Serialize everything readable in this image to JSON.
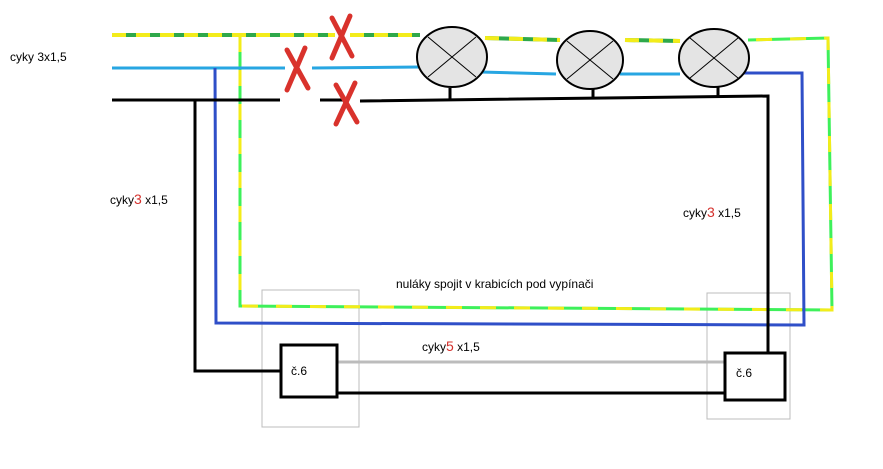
{
  "labels": {
    "supply": "cyky 3x1,5",
    "left_cable_prefix": "cyky",
    "left_cable_digit": "3",
    "left_cable_suffix": " x1,5",
    "right_cable_prefix": "cyky",
    "right_cable_digit": "3",
    "right_cable_suffix": " x1,5",
    "neutral_note": "nuláky spojit v krabicích pod vypínači",
    "bottom_cable_prefix": "cyky",
    "bottom_cable_digit": "5",
    "bottom_cable_suffix": " x1,5",
    "switch_left": "č.6",
    "switch_right": "č.6"
  },
  "colors": {
    "green": "#2ea84a",
    "light_green": "#3ef05a",
    "yellow": "#f3ec1a",
    "light_blue": "#27a6e2",
    "blue": "#2f4fc8",
    "black": "#000000",
    "red_cross": "#d9322c",
    "gray": "#bcbcbc",
    "lamp_fill": "#e4e4e4"
  },
  "icons": {
    "lamp": "lamp-icon",
    "cross": "cut-cross-icon"
  }
}
